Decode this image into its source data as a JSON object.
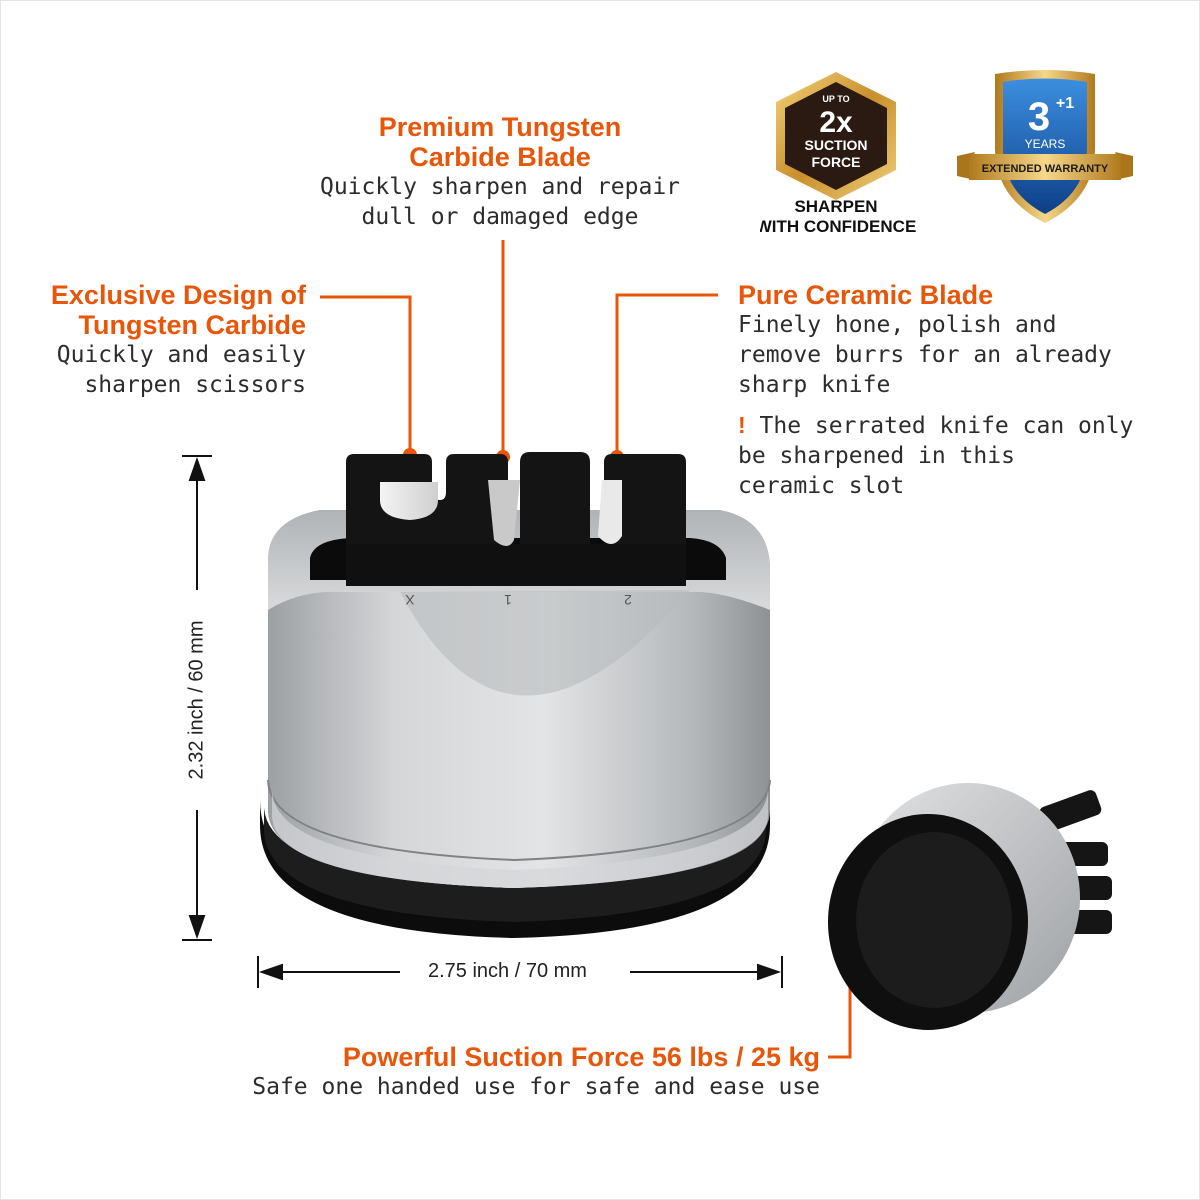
{
  "features": {
    "tungsten_blade": {
      "title_line1": "Premium Tungsten",
      "title_line2": "Carbide Blade",
      "desc_line1": "Quickly sharpen and repair",
      "desc_line2": "dull or damaged edge"
    },
    "exclusive_design": {
      "title_line1": "Exclusive Design of",
      "title_line2": "Tungsten Carbide",
      "desc_line1": "Quickly and easily",
      "desc_line2": "sharpen scissors"
    },
    "ceramic_blade": {
      "title": "Pure Ceramic Blade",
      "desc_line1": "Finely hone, polish and",
      "desc_line2": "remove burrs for an already",
      "desc_line3": "sharp knife",
      "warning_mark": "!",
      "warning_line1": "The serrated knife can only",
      "warning_line2": "be sharpened in this",
      "warning_line3": "ceramic slot"
    },
    "suction": {
      "title": "Powerful Suction Force 56 lbs / 25 kg",
      "desc": "Safe one handed use for safe and ease use"
    }
  },
  "badges": {
    "suction_badge": {
      "up_to": "UP TO",
      "multiplier": "2x",
      "line1": "SUCTION",
      "line2": "FORCE",
      "caption_line1": "SHARPEN",
      "caption_line2": "WITH CONFIDENCE"
    },
    "warranty_badge": {
      "number": "3",
      "plus": "+1",
      "years": "YEARS",
      "ribbon": "EXTENDED WARRANTY"
    }
  },
  "dimensions": {
    "height": "2.32 inch / 60 mm",
    "width": "2.75 inch / 70 mm"
  },
  "slot_numbers": [
    "X",
    "1",
    "2"
  ],
  "colors": {
    "accent": "#e8560a",
    "body_silver": "#c4c6c8",
    "dark": "#151515",
    "badge_gold": "#d4a531",
    "badge_blue": "#1c6fc2"
  }
}
